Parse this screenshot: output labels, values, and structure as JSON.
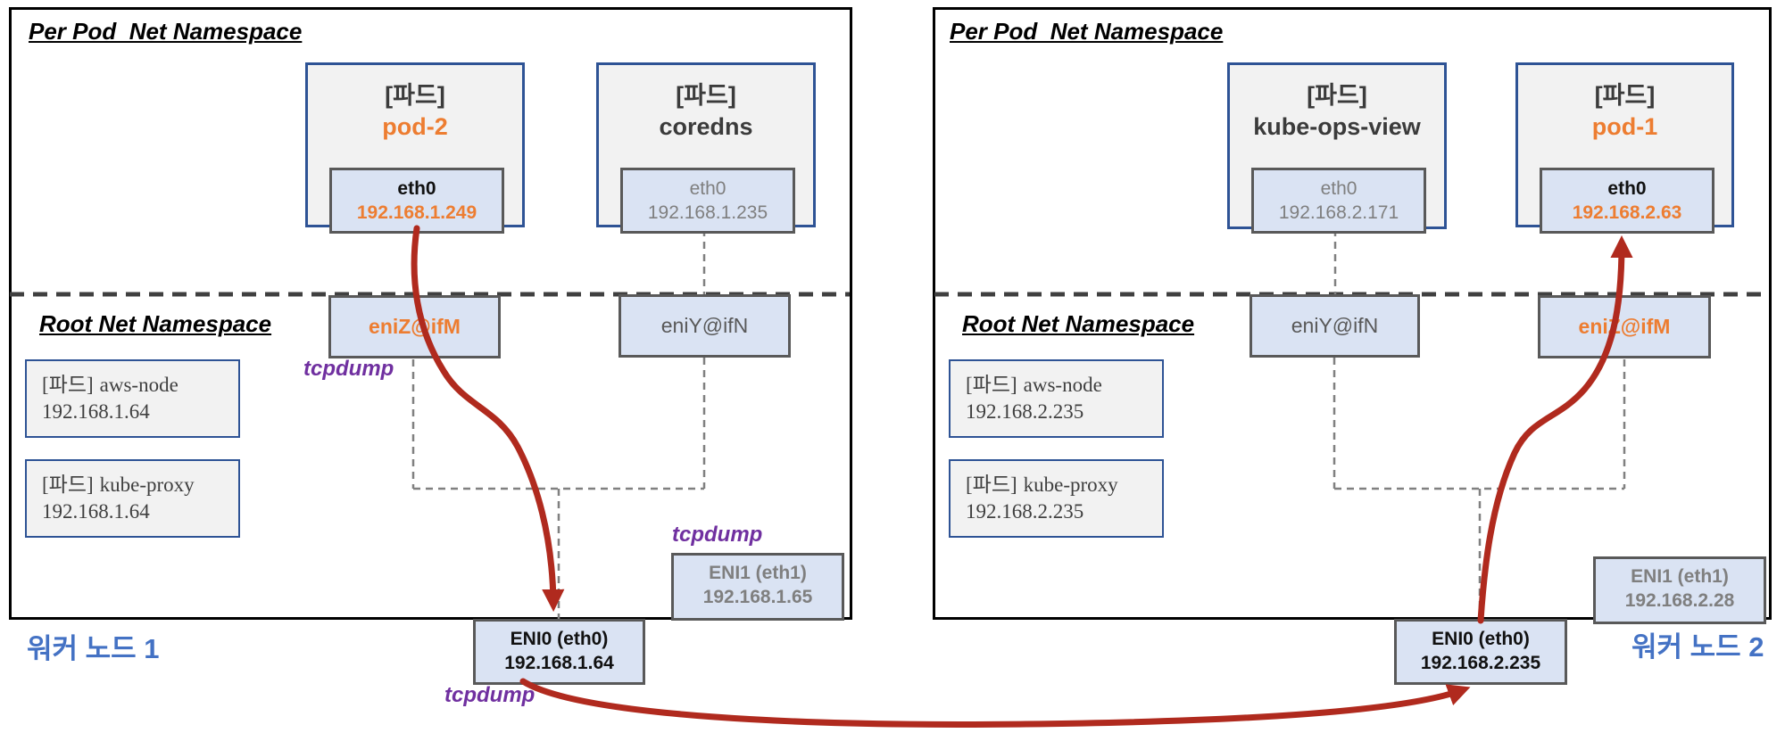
{
  "colors": {
    "accent_orange": "#ED7D31",
    "flow_red": "#B02A1E",
    "tcpdump_purple": "#7030A0",
    "node_label_blue": "#4472C4",
    "interface_fill": "#DAE3F3",
    "interface_border": "#595959",
    "pod_fill": "#F2F2F2",
    "pod_border": "#2E5395",
    "muted_text": "#7F7F7F"
  },
  "labels": {
    "per_pod_namespace": "Per Pod  Net Namespace",
    "root_namespace": "Root Net Namespace",
    "tcpdump": "tcpdump"
  },
  "node1": {
    "label": "워커 노드 1",
    "pods": [
      {
        "tag": "[파드]",
        "name": "pod-2",
        "iface": "eth0",
        "ip": "192.168.1.249"
      },
      {
        "tag": "[파드]",
        "name": "coredns",
        "iface": "eth0",
        "ip": "192.168.1.235"
      }
    ],
    "veths": [
      {
        "name": "eniZ@ifM"
      },
      {
        "name": "eniY@ifN"
      }
    ],
    "host_pods": [
      {
        "tag": "[파드]",
        "name": "aws-node",
        "ip": "192.168.1.64"
      },
      {
        "tag": "[파드]",
        "name": "kube-proxy",
        "ip": "192.168.1.64"
      }
    ],
    "eni0": {
      "name": "ENI0 (eth0)",
      "ip": "192.168.1.64"
    },
    "eni1": {
      "name": "ENI1 (eth1)",
      "ip": "192.168.1.65"
    }
  },
  "node2": {
    "label": "워커 노드 2",
    "pods": [
      {
        "tag": "[파드]",
        "name": "kube-ops-view",
        "iface": "eth0",
        "ip": "192.168.2.171"
      },
      {
        "tag": "[파드]",
        "name": "pod-1",
        "iface": "eth0",
        "ip": "192.168.2.63"
      }
    ],
    "veths": [
      {
        "name": "eniY@ifN"
      },
      {
        "name": "eniZ@ifM"
      }
    ],
    "host_pods": [
      {
        "tag": "[파드]",
        "name": "aws-node",
        "ip": "192.168.2.235"
      },
      {
        "tag": "[파드]",
        "name": "kube-proxy",
        "ip": "192.168.2.235"
      }
    ],
    "eni0": {
      "name": "ENI0 (eth0)",
      "ip": "192.168.2.235"
    },
    "eni1": {
      "name": "ENI1 (eth1)",
      "ip": "192.168.2.28"
    }
  }
}
